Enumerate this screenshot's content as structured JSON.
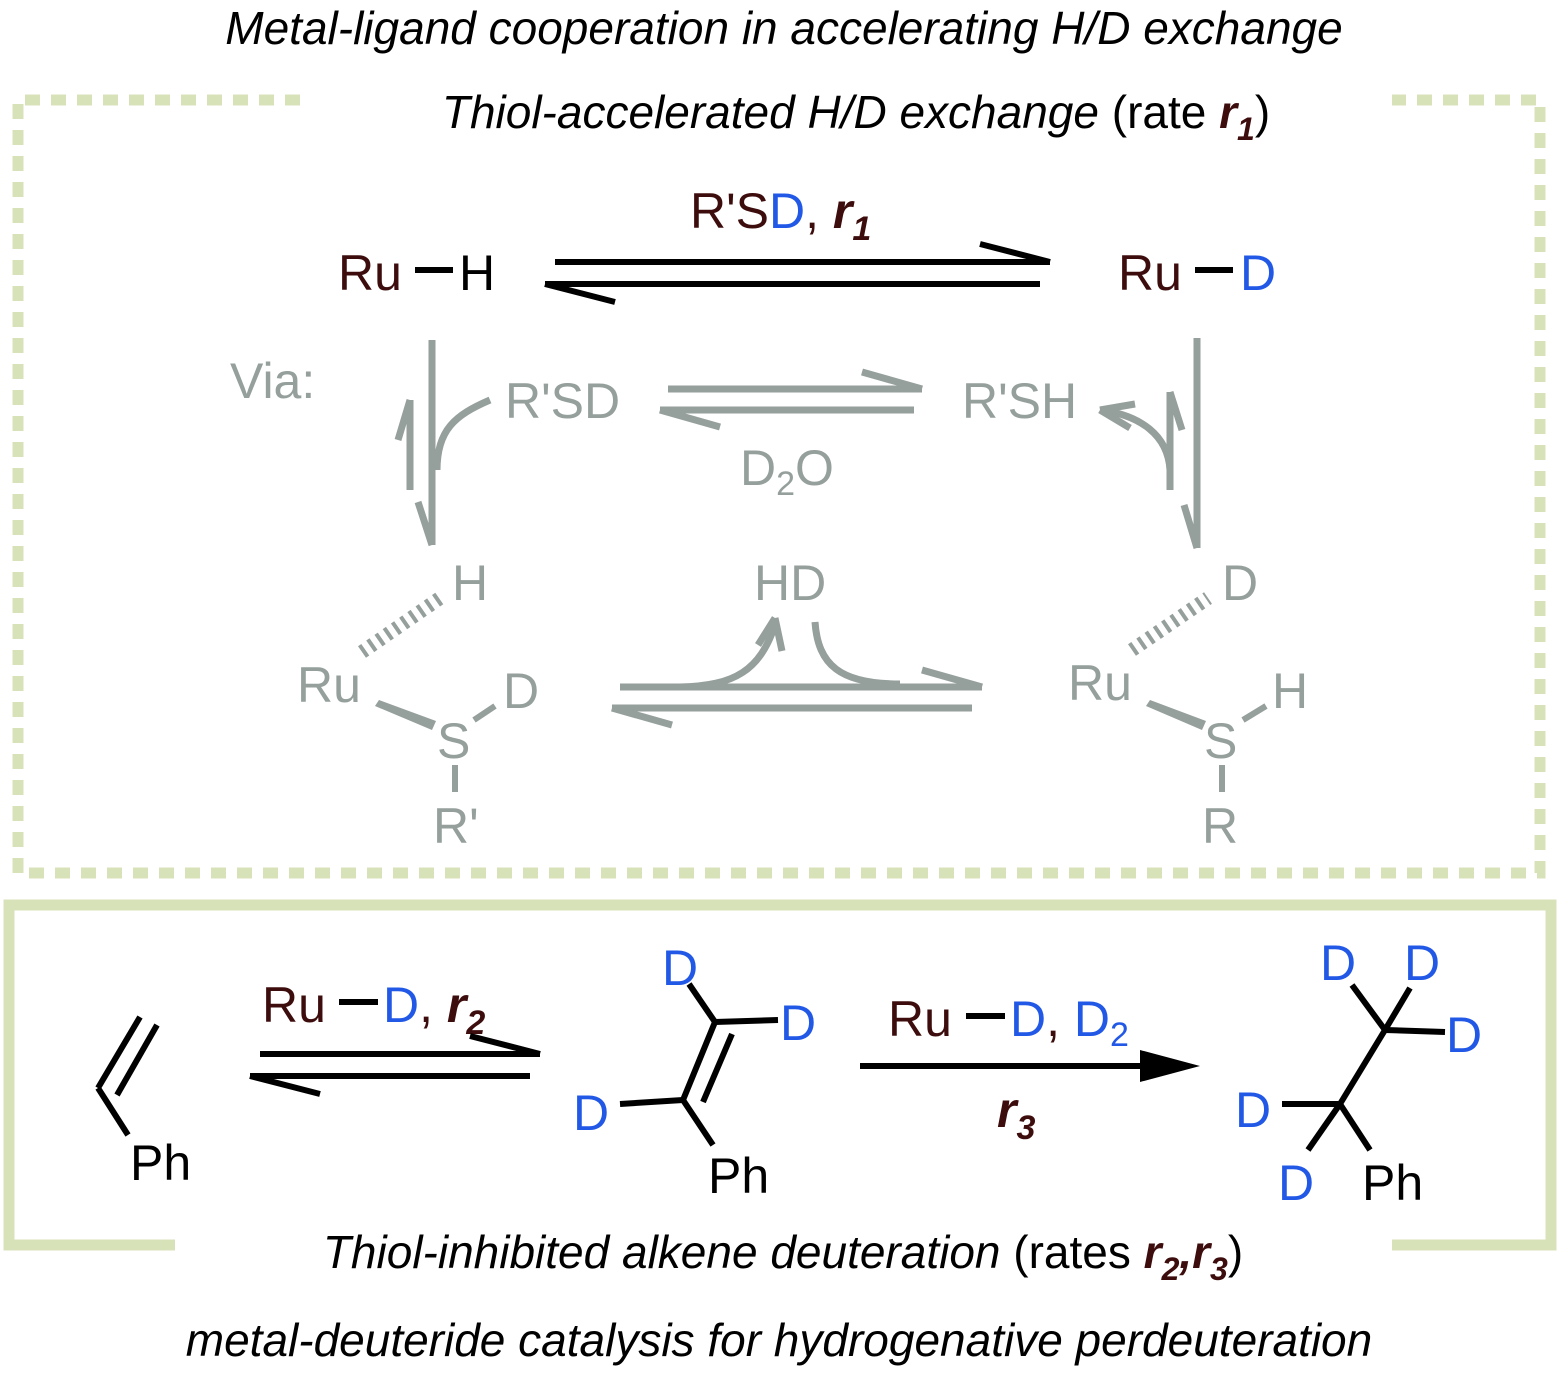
{
  "title_top": "Metal-ligand cooperation in accelerating H/D exchange",
  "title_bottom": "metal-deuteride catalysis for hydrogenative perdeuteration",
  "colors": {
    "dark_red": "#3d0d0d",
    "blue": "#2158e6",
    "gray": "#959f9c",
    "box_green": "#d8e2b8",
    "black": "#000000"
  },
  "top_panel": {
    "heading_italic": "Thiol-accelerated H/D exchange",
    "heading_rate_open": " (rate ",
    "heading_rate_r": "r",
    "heading_rate_sub": "1",
    "heading_rate_close": ")",
    "ru": "Ru",
    "h": "H",
    "d": "D",
    "reagent_main": "R'S",
    "reagent_d": "D",
    "reagent_comma": ", ",
    "rate_r": "r",
    "rate_sub": "1",
    "via": "Via:",
    "thiol_d": "R'SD",
    "thiol_h": "R'SH",
    "d2o_d": "D",
    "d2o_sub": "2",
    "d2o_o": "O",
    "hd": "HD",
    "s": "S",
    "r_prime": "R'",
    "r_plain": "R"
  },
  "bottom_panel": {
    "heading_italic": "Thiol-inhibited alkene deuteration",
    "heading_rates_open": " (rates ",
    "heading_r": "r",
    "heading_sub2": "2",
    "heading_comma": ",",
    "heading_sub3": "3",
    "heading_close": ")",
    "ph": "Ph",
    "ru": "Ru",
    "d": "D",
    "comma": ", ",
    "d2_d": "D",
    "d2_sub": "2",
    "rate_r": "r",
    "rate2_sub": "2",
    "rate3_sub": "3"
  }
}
